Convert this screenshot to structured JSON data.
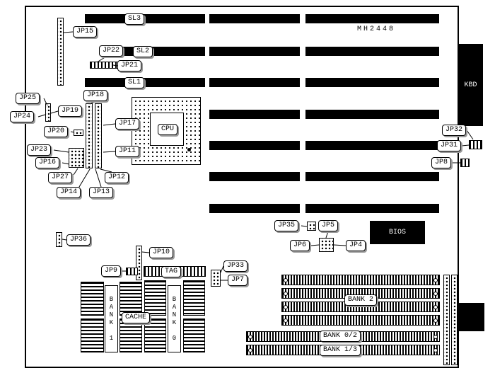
{
  "board_model": "MH2448",
  "cpu_label": "CPU",
  "kbd_label": "KBD",
  "bios_label": "BIOS",
  "slots": {
    "sl3": "SL3",
    "sl2": "SL2",
    "sl1": "SL1"
  },
  "jumpers": {
    "jp4": "JP4",
    "jp5": "JP5",
    "jp6": "JP6",
    "jp7": "JP7",
    "jp8": "JP8",
    "jp9": "JP9",
    "jp10": "JP10",
    "jp11": "JP11",
    "jp12": "JP12",
    "jp13": "JP13",
    "jp14": "JP14",
    "jp15": "JP15",
    "jp16": "JP16",
    "jp17": "JP17",
    "jp18": "JP18",
    "jp19": "JP19",
    "jp20": "JP20",
    "jp21": "JP21",
    "jp22": "JP22",
    "jp23": "JP23",
    "jp24": "JP24",
    "jp25": "JP25",
    "jp27": "JP27",
    "jp31": "JP31",
    "jp32": "JP32",
    "jp33": "JP33",
    "jp35": "JP35",
    "jp36": "JP36"
  },
  "cache": {
    "label": "CACHE",
    "tag": "TAG",
    "bank1": "BANK 1",
    "bank0": "BANK 0"
  },
  "memory": {
    "bank2": "BANK 2",
    "bank02": "BANK 0/2",
    "bank13": "BANK 1/3"
  }
}
